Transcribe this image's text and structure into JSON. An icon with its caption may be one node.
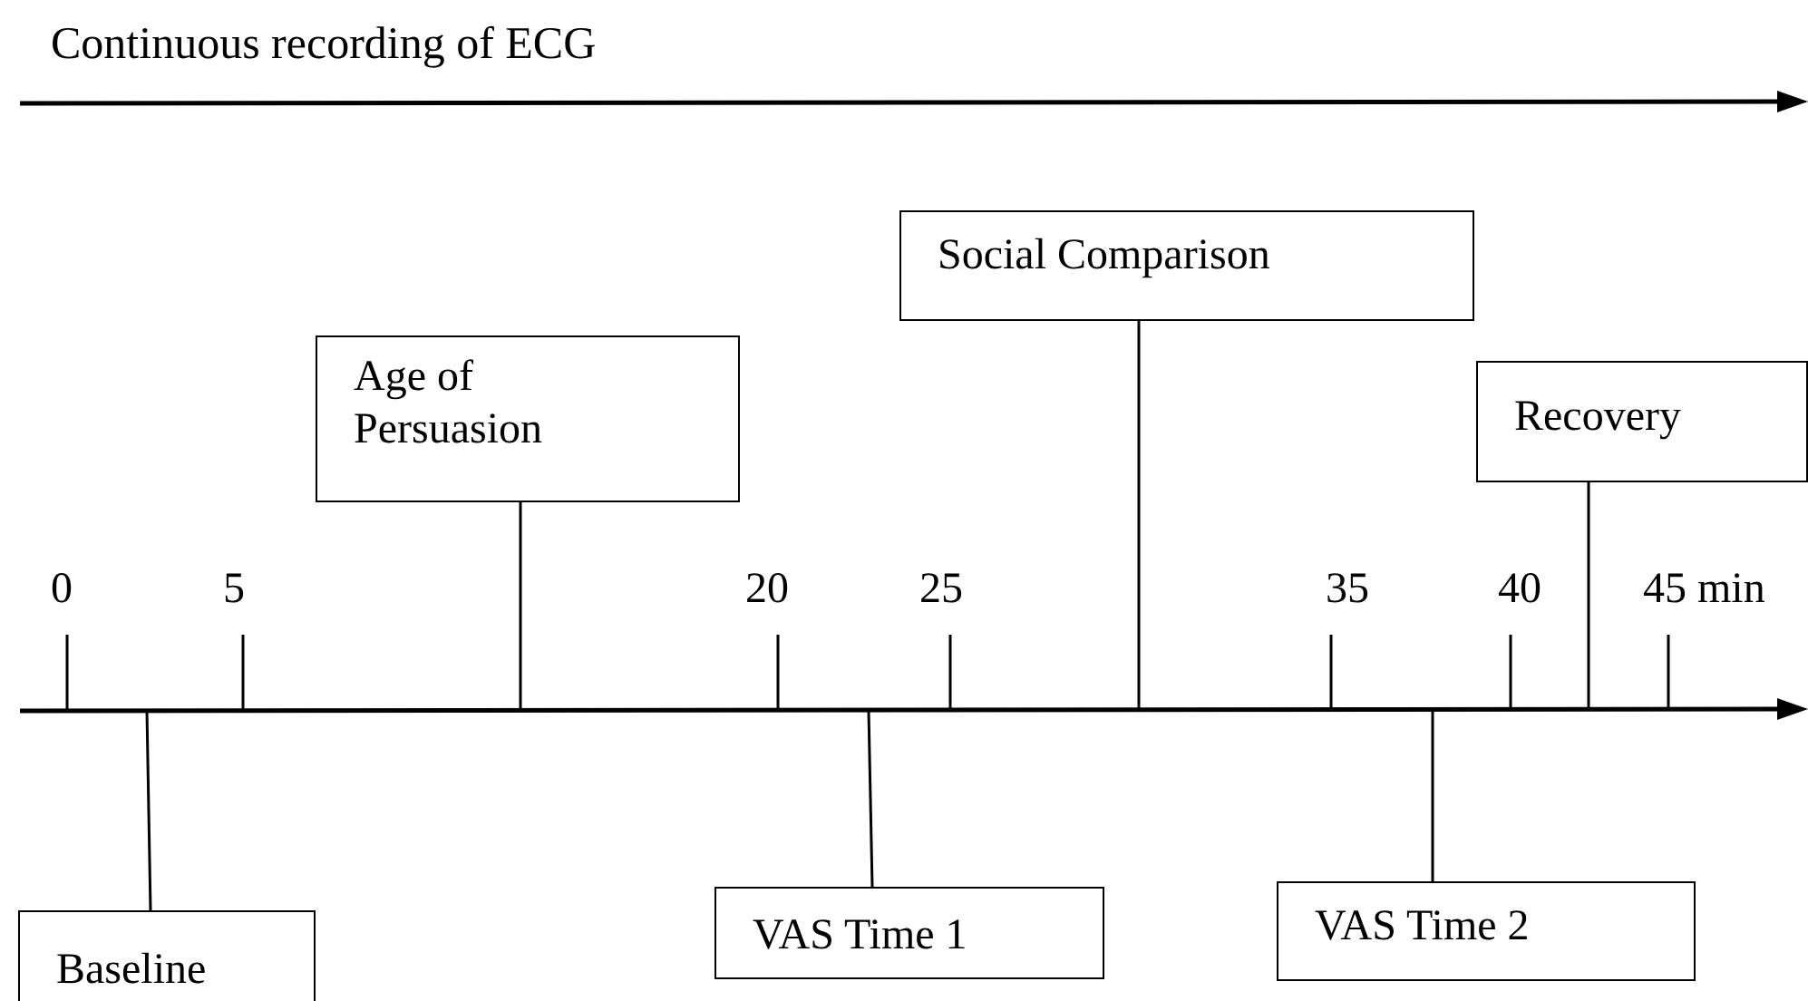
{
  "diagram": {
    "nodes": [
      {
        "text": [
          "Social Comparison"
        ]
      },
      {
        "text": [
          "Age of Persuasion"
        ]
      },
      {
        "text": [
          "Recovery"
        ]
      },
      {
        "text": [
          "Baseline"
        ]
      },
      {
        "text": [
          "VAS Time 1"
        ]
      },
      {
        "text": [
          "VAS Time 2"
        ]
      }
    ],
    "edges": [
      {
        "from": 0,
        "to": null,
        "arrow": "none"
      },
      {
        "from": 1,
        "to": null,
        "arrow": "none"
      },
      {
        "from": 2,
        "to": null,
        "arrow": "none"
      },
      {
        "from": 3,
        "to": null,
        "arrow": "none"
      },
      {
        "from": 4,
        "to": null,
        "arrow": "none"
      },
      {
        "from": 5,
        "to": null,
        "arrow": "none"
      }
    ],
    "labels": [
      "Continuous recording of ECG",
      "0",
      "5",
      "20",
      "25",
      "35",
      "40",
      "45 min"
    ]
  }
}
